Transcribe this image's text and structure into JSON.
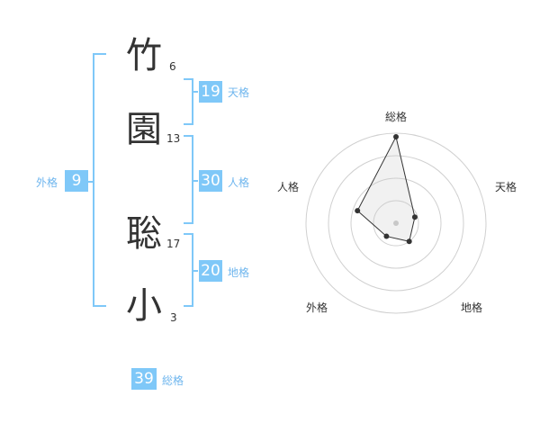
{
  "name_chars": [
    {
      "char": "竹",
      "strokes": "6"
    },
    {
      "char": "園",
      "strokes": "13"
    },
    {
      "char": "聡",
      "strokes": "17"
    },
    {
      "char": "小",
      "strokes": "3"
    }
  ],
  "fortunes": {
    "tenkaku": {
      "value": "19",
      "label": "天格"
    },
    "jinkaku": {
      "value": "30",
      "label": "人格"
    },
    "chikaku": {
      "value": "20",
      "label": "地格"
    },
    "gaikaku": {
      "value": "9",
      "label": "外格"
    },
    "soukaku": {
      "value": "39",
      "label": "総格"
    }
  },
  "colors": {
    "accent": "#7fc8f8",
    "label_text": "#6fb6ee",
    "kanji_text": "#333333"
  },
  "chart_data": {
    "type": "radar",
    "axes": [
      "総格",
      "天格",
      "地格",
      "外格",
      "人格"
    ],
    "values": [
      0.96,
      0.22,
      0.25,
      0.18,
      0.45
    ],
    "rings": 4
  }
}
